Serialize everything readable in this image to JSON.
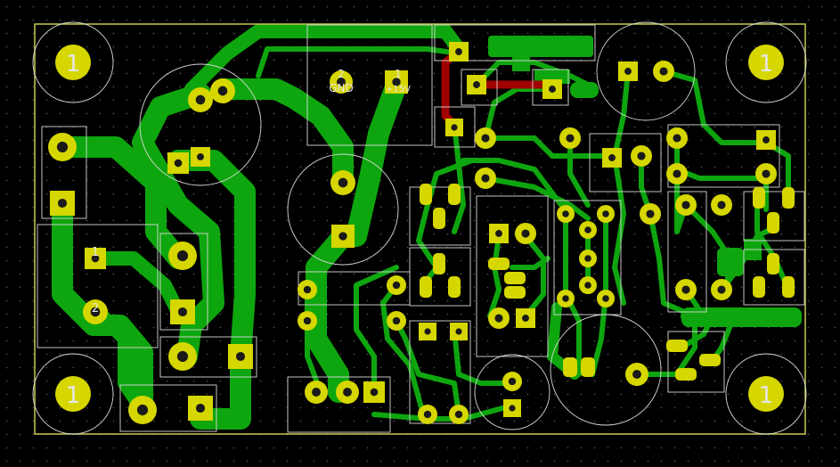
{
  "colors": {
    "background": "#000000",
    "grid_dot": "#4a4a4a",
    "outline": "#c9c94d",
    "copper": "#0ea60e",
    "pad": "#d6d600",
    "hole": "#1a1a1a",
    "silk": "#e6e6e6",
    "track_top": "#a00000"
  },
  "mount_holes": [
    {
      "label": "1"
    },
    {
      "label": "1"
    },
    {
      "label": "1"
    },
    {
      "label": "1"
    }
  ],
  "pad_labels": {
    "gnd_number": "2",
    "gnd_name": "GND",
    "v15_number": "1",
    "v15_name": "+15V",
    "left_pin1": "1",
    "left_pin2": "2"
  }
}
